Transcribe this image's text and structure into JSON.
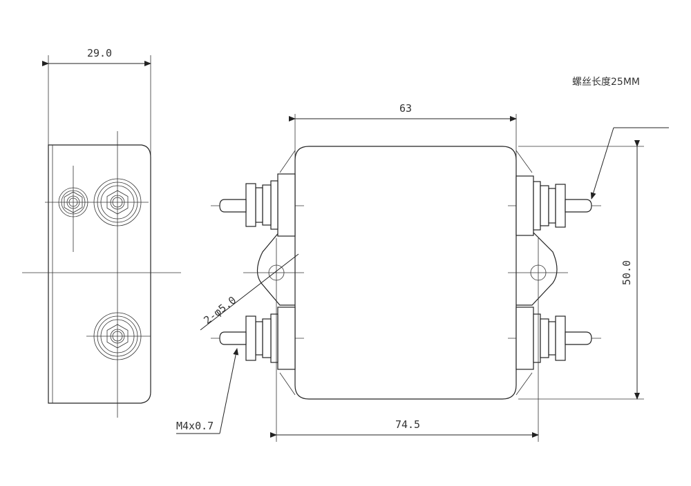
{
  "dimensions": {
    "side_width": "29.0",
    "body_length": "63",
    "overall_length": "74.5",
    "height": "50.0",
    "hole_spec": "2-φ5.0",
    "thread_spec": "M4x0.7"
  },
  "notes": {
    "screw_length": "螺丝长度25MM"
  }
}
